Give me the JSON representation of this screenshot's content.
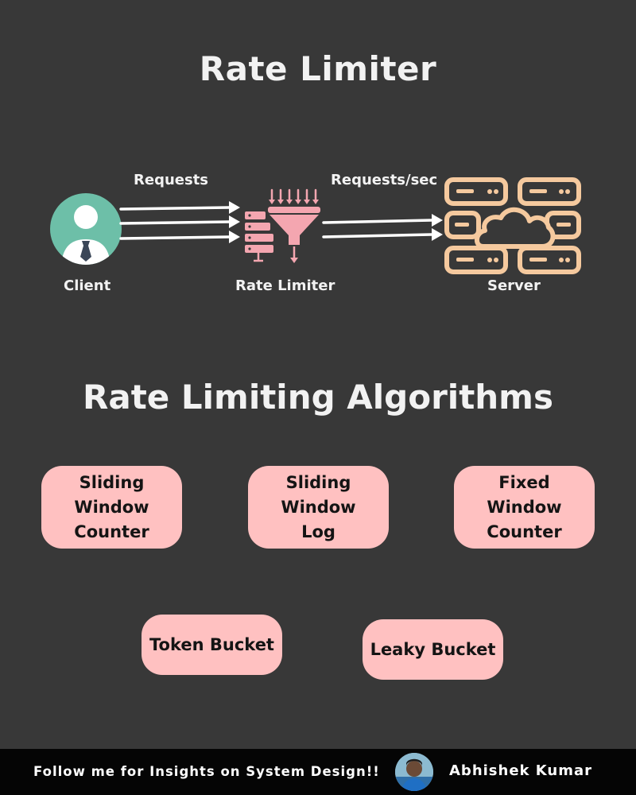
{
  "title": "Rate Limiter",
  "diagram": {
    "client_label": "Client",
    "requests_label": "Requests",
    "rate_limiter_label": "Rate Limiter",
    "requests_per_sec_label": "Requests/sec",
    "server_label": "Server"
  },
  "algorithms": {
    "title": "Rate Limiting Algorithms",
    "items": [
      "Sliding\nWindow\nCounter",
      "Sliding\nWindow\nLog",
      "Fixed\nWindow\nCounter",
      "Token Bucket",
      "Leaky Bucket"
    ]
  },
  "footer": {
    "cta": "Follow me for Insights on System Design!!",
    "author": "Abhishek Kumar"
  },
  "colors": {
    "background": "#383838",
    "pill": "#ffc1c1",
    "client_circle": "#6dbfa8",
    "server": "#f5c99e",
    "funnel": "#f4a6b0",
    "footer": "#050505"
  },
  "icons": [
    "client-avatar-icon",
    "funnel-server-icon",
    "cloud-server-icon",
    "arrow-right-icon"
  ]
}
